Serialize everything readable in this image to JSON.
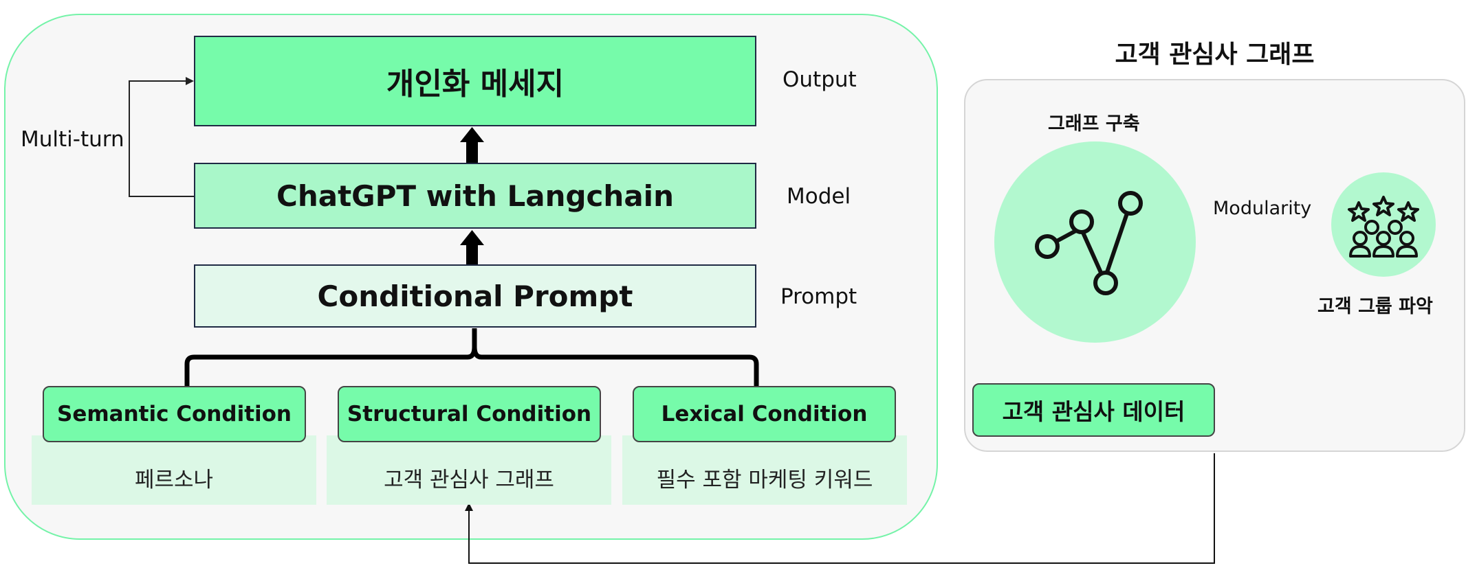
{
  "pipeline": {
    "output_box": "개인화 메세지",
    "model_box": "ChatGPT with Langchain",
    "prompt_box": "Conditional Prompt",
    "output_label": "Output",
    "model_label": "Model",
    "prompt_label": "Prompt",
    "multiturn_label": "Multi-turn"
  },
  "conditions": [
    {
      "label": "Semantic Condition",
      "detail": "페르소나"
    },
    {
      "label": "Structural Condition",
      "detail": "고객 관심사 그래프"
    },
    {
      "label": "Lexical Condition",
      "detail": "필수 포함 마케팅 키워드"
    }
  ],
  "graph_panel": {
    "title": "고객 관심사 그래프",
    "graph_build_label": "그래프 구축",
    "modularity_label": "Modularity",
    "group_label": "고객 그룹 파악",
    "data_box": "고객 관심사 데이터"
  },
  "colors": {
    "accent_bright": "#76fbaa",
    "accent_mid": "#a9f7c9",
    "accent_light": "#e3f8ec",
    "panel_border": "#74f3a8"
  },
  "icons": [
    "graph-network-icon",
    "user-group-stars-icon"
  ]
}
